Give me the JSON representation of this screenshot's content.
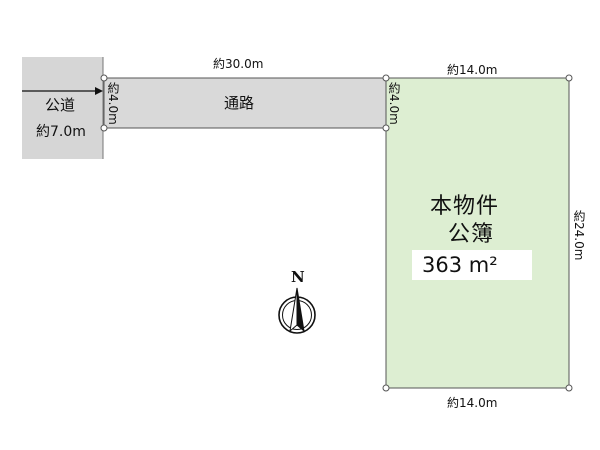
{
  "public_road": {
    "line1": "公道",
    "line2": "約7.0m"
  },
  "passage": {
    "name": "通路",
    "length_label": "約30.0m",
    "left_width_label": "約4.0m",
    "right_width_label": "約4.0m"
  },
  "property": {
    "title": "本物件",
    "register_label": "公簿",
    "area": "363 m²",
    "top_width_label": "約14.0m",
    "bottom_width_label": "約14.0m",
    "depth_label": "約24.0m"
  },
  "compass": {
    "north_label": "N"
  },
  "colors": {
    "road_fill": "#d6d6d6",
    "passage_fill": "#d9d9d9",
    "property_fill": "#ddeed2",
    "outline": "#555555"
  }
}
